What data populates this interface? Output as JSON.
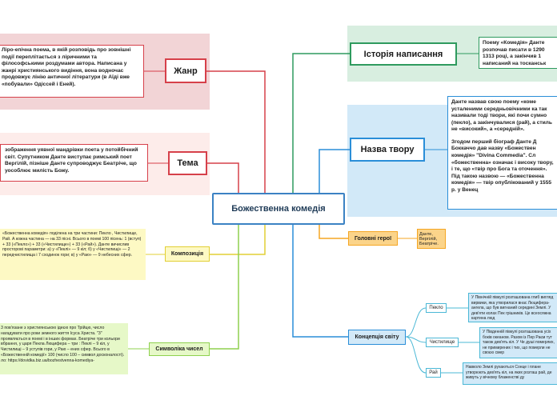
{
  "center": "Божественна комедія",
  "genre": {
    "label": "Жанр",
    "text": "Ліро-епічна поема, в якій розповідь про зовнішні події переплітається з ліричними та філософськими роздумами автора. Написана у жанрі християнського видіння, вона водночас продовжує лінію античної літератури (в Аїді вже «побували» Одіссей і Еней)."
  },
  "theme": {
    "label": "Тема",
    "text": "зображення уявної мандрівки поета у потойбічний світ. Супутником Данте виступає римський поет Вергілій, пізніше Данте супроводжує Беатріче, що уособлює милість Божу."
  },
  "composition": {
    "label": "Композиція",
    "text": "«Божественна комедія» поділена на три частини: Пекло , Чистилище, Рай. А кожна частина — на 33 пісні. Всього в поемі 100 пісень: 1 (вступ) + 33 («Пекло») + 33 («Чистилище») + 33 («Рай»). Данте вичислив просторові параметри: а) у «Пеклі» — 9 кіл; б) у «Чистилищі» — 2 передчистилища і 7 сходинок гори; в) у «Раю» — 9 небесних сфер."
  },
  "symbolism": {
    "label": "Символіка чисел",
    "text": "3 пов'язане з християнською ідеєю про Трійцю, число нагадувати про роки земного життя Ісуса Христа. \"3\" проявляється в поемі і в інших формах. Беатріче три кольори вбрання, у царя Пекла Люцифера – три : Пеклі – 9 кіл, у Чистилищі – 9 уступів гори, у Раю – ених сфер. Всього в «Божественній комедії» 100 (число 100 – символ досконалості). ло: https://dovidka.biz.ua/bozhestvenna-komediya-"
  },
  "history": {
    "label": "Історія написання",
    "text": "Поему «Комедія» Данте розпочав писати в 1290 1313 році, а закінчив 1 написаний на тосканськ"
  },
  "name": {
    "label": "Назва твору",
    "text_lines": [
      "Данте назвав свою поему «коме усталеними середньовічними ка так називали тоді твори, які почи сумно (пекло), а закінчувалися (рай), а стиль не «високий», а «середній».",
      "Згодом перший біограф Данте Д Боккаччо дав назву «Божествен комедія» \"Divina Commedia\". Сл «божественна» означає і високу твору, і те, що «твір про Бога та оточення». Під такою назвою — «Божественна комедія» — твір опублікований у 1555 р. у Венец"
    ]
  },
  "heroes": {
    "label": "Головні герої",
    "text": "Данте, Вергілій, Беатріче."
  },
  "concept": {
    "label": "Концепція світу",
    "items": [
      {
        "label": "Пекло",
        "text": "У Північній півкулі розташована глиб вигляд вирвики, яка утворилася внас Люцифера-ангела, що був вигнаний середині Землі. У дев'яти колах Пек грішників. Це всеосяжна картина люд"
      },
      {
        "label": "Чистилище",
        "text": "У Південній півкулі розташована усіх боків океаном. Разом із Пер Раєм тут також дев'ять кіл. У Че душі померлих, не примирених і тих, що померли не своєю смер"
      },
      {
        "label": "Рай",
        "text": "Навколо Землі рухаються Сонце і плане утворюють дев'ять кіл, на яких розташ рай, де живуть у вічному блаженстві ду"
      }
    ]
  },
  "colors": {
    "red": "#d6404a",
    "red_band": "#f2d4d6",
    "pink_band": "#fdecea",
    "green": "#2e9a5e",
    "green_band": "#d8eee0",
    "blue": "#2a8ed8",
    "blue_band": "#d2e9f8",
    "yellow": "#e2cf35",
    "yellow_fill": "#fdf9c4",
    "orange": "#f5a623",
    "orange_fill": "#fbd48a",
    "lime": "#8fd14f",
    "lime_fill": "#e6f8c8",
    "teal": "#4bb8d6",
    "center_border": "#3b82c4"
  }
}
